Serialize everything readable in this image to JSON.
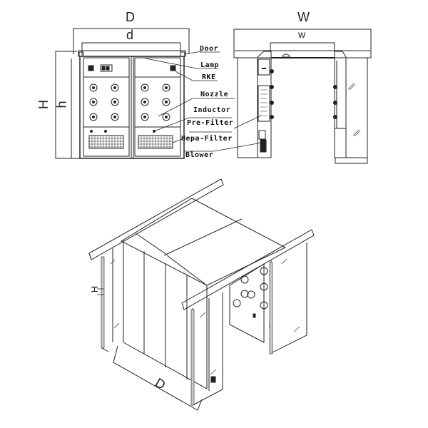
{
  "diagram": {
    "subject": "Air shower technical drawing",
    "front_view": {
      "dimensions": {
        "outer_depth": "D",
        "inner_depth": "d",
        "outer_height": "H",
        "inner_height": "h"
      },
      "components": [
        {
          "label": "Door"
        },
        {
          "label": "Lamp"
        },
        {
          "label": "RKE"
        },
        {
          "label": "Nozzle"
        },
        {
          "label": "Inductor"
        },
        {
          "label": "Pre-Filter"
        },
        {
          "label": "Hepa-Filter"
        },
        {
          "label": "Blower"
        }
      ]
    },
    "side_view": {
      "dimensions": {
        "outer_width": "W",
        "inner_width": "w"
      }
    },
    "isometric_view": {
      "dimensions": {
        "height": "H",
        "depth": "D"
      }
    },
    "colors": {
      "line": "#222222",
      "background": "#ffffff"
    }
  }
}
